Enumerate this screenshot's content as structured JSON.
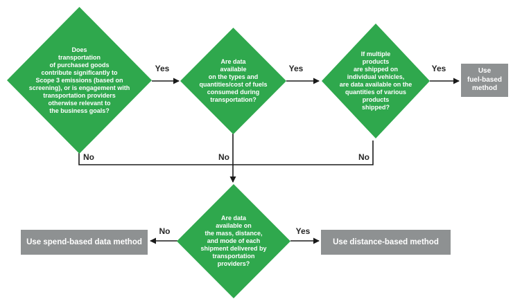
{
  "flowchart": {
    "colors": {
      "diamond_green": "#2fa84d",
      "outcome_gray": "#8e9192",
      "connector_black": "#1a1a1a",
      "label_text": "#262626",
      "node_text": "#ffffff"
    },
    "labels": {
      "yes": "Yes",
      "no": "No"
    },
    "decisions": {
      "transport_relevance": {
        "text": "Does\ntransportation\nof purchased goods\ncontribute significantly to\nScope 3 emissions (based on\nscreening), or is engagement with\ntransportation providers\notherwise relevant to\nthe business goals?"
      },
      "fuel_data": {
        "text": "Are data\navailable\non the types and\nquantities/cost of fuels\nconsumed during\ntransportation?"
      },
      "product_quantities": {
        "text": "If multiple\nproducts\nare shipped on\nindividual vehicles,\nare data available on the\nquantities of various\nproducts\nshipped?"
      },
      "shipment_data": {
        "text": "Are data\navailable on\nthe mass, distance,\nand mode of each\nshipment delivered by\ntransportation\nproviders?"
      }
    },
    "outcomes": {
      "fuel_based": {
        "text": "Use\nfuel-based\nmethod"
      },
      "spend_based": {
        "text": "Use spend-based data method"
      },
      "distance_based": {
        "text": "Use distance-based method"
      }
    }
  }
}
